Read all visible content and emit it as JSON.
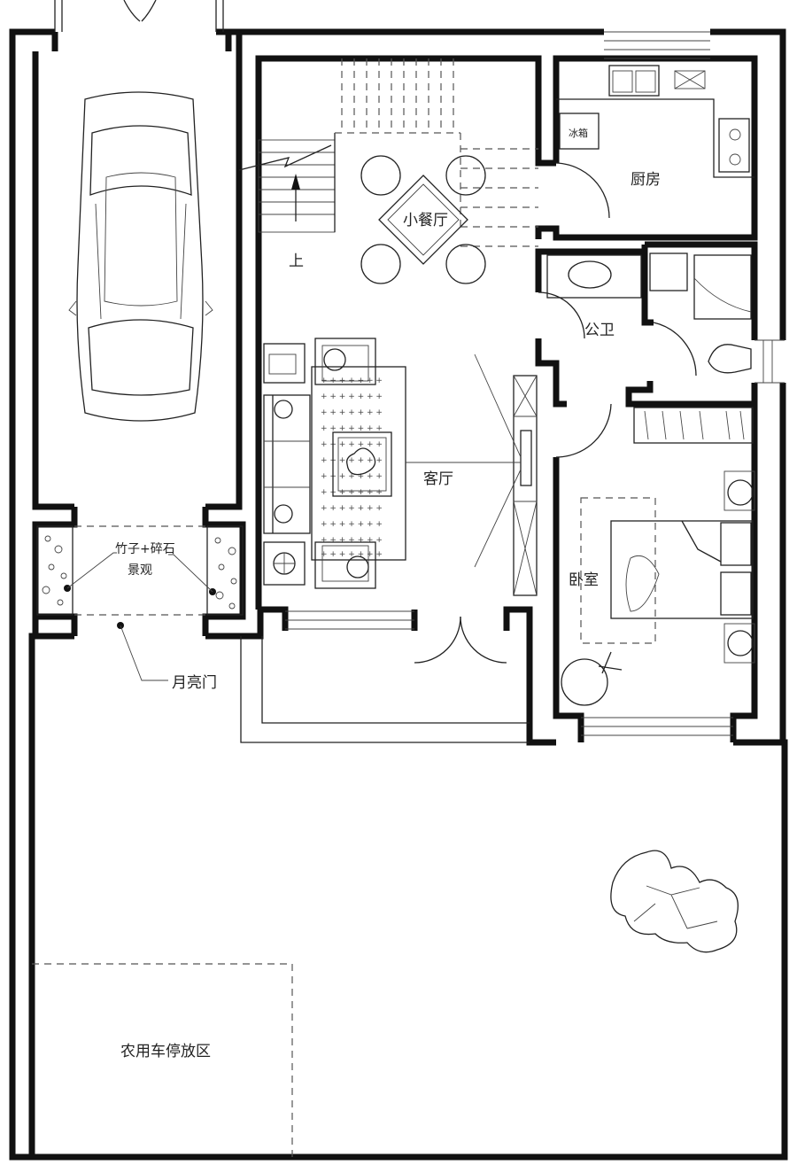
{
  "rooms": {
    "dining": "小餐厅",
    "kitchen": "厨房",
    "fridge": "冰箱",
    "bathroom": "公卫",
    "living": "客厅",
    "bedroom": "卧室",
    "stairs_up": "上",
    "landscape_line1": "竹子+碎石",
    "landscape_line2": "景观",
    "moon_gate": "月亮门",
    "farm_parking": "农用车停放区"
  }
}
